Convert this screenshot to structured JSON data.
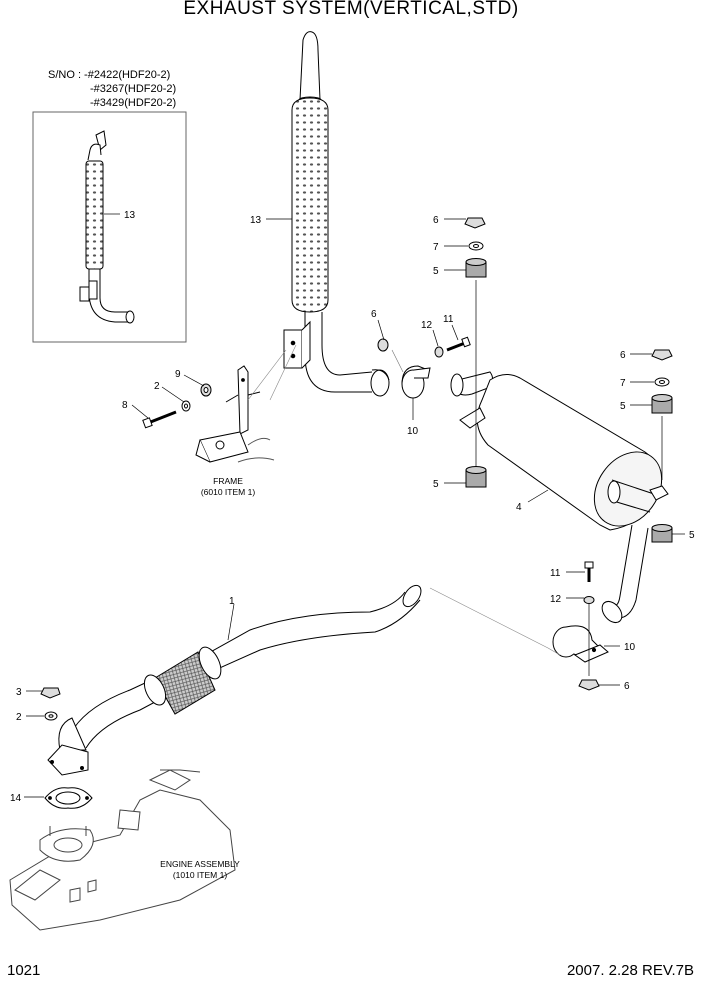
{
  "header": {
    "title": "EXHAUST SYSTEM(VERTICAL,STD)"
  },
  "serial_note": {
    "line1": "S/NO : -#2422(HDF20-2)",
    "line2": "-#3267(HDF20-2)",
    "line3": "-#3429(HDF20-2)"
  },
  "notes": {
    "frame_line1": "FRAME",
    "frame_line2": "(6010 ITEM 1)",
    "engine_line1": "ENGINE ASSEMBLY",
    "engine_line2": "(1010 ITEM 1)"
  },
  "footer": {
    "page_number": "1021",
    "revision": "2007. 2.28 REV.7B"
  },
  "callouts": {
    "c13_inset": "13",
    "c13_main": "13",
    "c6_top": "6",
    "c7_top": "7",
    "c5_top": "5",
    "c6_mid": "6",
    "c12_mid": "12",
    "c11_mid": "11",
    "c9": "9",
    "c2_mid": "2",
    "c8": "8",
    "c10_mid": "10",
    "c6_right": "6",
    "c7_right": "7",
    "c5_right": "5",
    "c5_lower": "5",
    "c4": "4",
    "c5_far_right": "5",
    "c11_low": "11",
    "c12_low": "12",
    "c10_low": "10",
    "c6_low": "6",
    "c1": "1",
    "c3": "3",
    "c2_low": "2",
    "c14": "14"
  }
}
